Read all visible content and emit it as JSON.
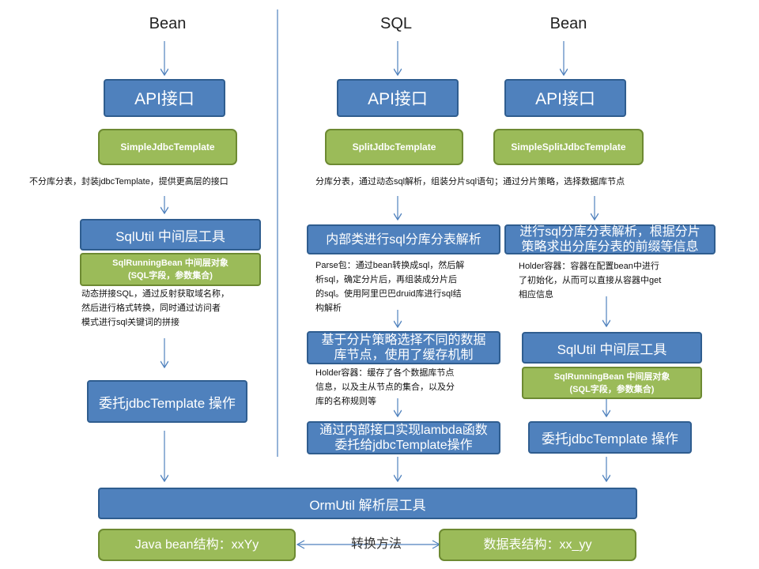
{
  "columns": {
    "left_title": "Bean",
    "mid_title": "SQL",
    "right_title": "Bean"
  },
  "left": {
    "api": "API接口",
    "template": "SimpleJdbcTemplate",
    "desc": "不分库分表，封装jdbcTemplate，提供更高层的接口",
    "sqlutil": "SqlUtil 中间层工具",
    "running_line1": "SqlRunningBean 中间层对象",
    "running_line2": "(SQL字段，参数集合)",
    "note_line1": "动态拼接SQL，通过反射获取域名称，",
    "note_line2": "然后进行格式转换，同时通过访问者",
    "note_line3": "模式进行sql关键词的拼接",
    "delegate": "委托jdbcTemplate 操作"
  },
  "mid": {
    "api": "API接口",
    "template": "SplitJdbcTemplate",
    "desc": "分库分表，通过动态sql解析，组装分片sql语句；通过分片策略，选择数据库节点",
    "inner": "内部类进行sql分库分表解析",
    "parse_line1": "Parse包：通过bean转换成sql，然后解",
    "parse_line2": "析sql，确定分片后，再组装成分片后",
    "parse_line3": "的sql。使用阿里巴巴druid库进行sql结",
    "parse_line4": "构解析",
    "strategy_line1": "基于分片策略选择不同的数据",
    "strategy_line2": "库节点，使用了缓存机制",
    "holder_line1": "Holder容器：缓存了各个数据库节点",
    "holder_line2": "信息，以及主从节点的集合，以及分",
    "holder_line3": "库的名称规则等",
    "lambda_line1": "通过内部接口实现lambda函数",
    "lambda_line2": "委托给jdbcTemplate操作"
  },
  "right": {
    "api": "API接口",
    "template": "SimpleSplitJdbcTemplate",
    "parse_line1": "进行sql分库分表解析，根据分片",
    "parse_line2": "策略求出分库分表的前缀等信息",
    "holder_line1": "Holder容器：容器在配置bean中进行",
    "holder_line2": "了初始化，从而可以直接从容器中get",
    "holder_line3": "相应信息",
    "sqlutil": "SqlUtil 中间层工具",
    "running_line1": "SqlRunningBean 中间层对象",
    "running_line2": "(SQL字段，参数集合)",
    "delegate": "委托jdbcTemplate 操作"
  },
  "bottom": {
    "ormutil": "OrmUtil 解析层工具",
    "javabean": "Java bean结构：xxYy",
    "convert": "转换方法",
    "table": "数据表结构：xx_yy"
  },
  "colors": {
    "blue_fill": "#4f81bd",
    "blue_border": "#2f5d8f",
    "green_fill": "#9bbb59",
    "green_border": "#6d8a32",
    "arrow": "#4f81bd"
  }
}
